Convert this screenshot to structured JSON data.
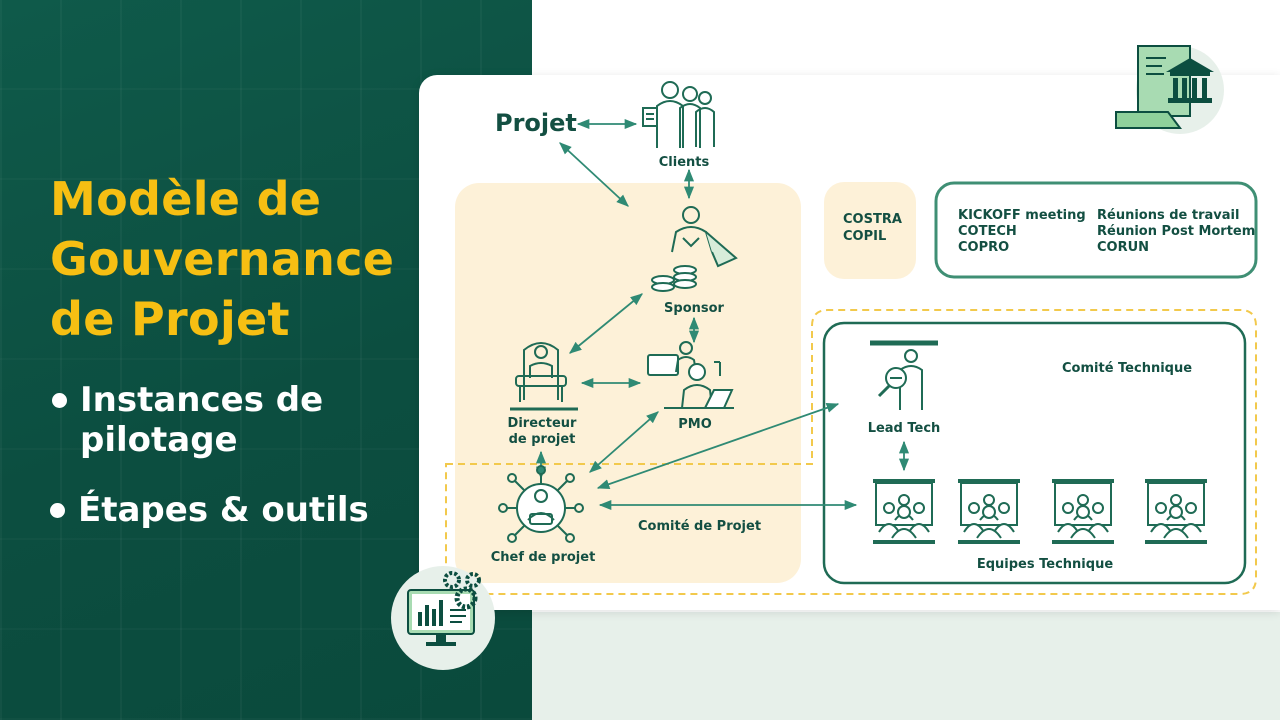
{
  "hero": {
    "title_lines": [
      "Modèle de",
      "Gouvernance",
      "de Projet"
    ],
    "bullets": [
      {
        "line1": "Instances de",
        "line2": "pilotage"
      },
      {
        "line1": "Étapes & outils",
        "line2": ""
      }
    ]
  },
  "diagram": {
    "projet": "Projet",
    "clients": "Clients",
    "sponsor": "Sponsor",
    "directeur_line1": "Directeur",
    "directeur_line2": "de projet",
    "pmo": "PMO",
    "chef_projet": "Chef de projet",
    "comite_projet": "Comité de Projet",
    "lead_tech": "Lead Tech",
    "comite_technique": "Comité Technique",
    "equipes_technique": "Equipes Technique",
    "costra_box": [
      "COSTRA",
      "COPIL"
    ],
    "meetings_col1": [
      "KICKOFF meeting",
      "COTECH",
      "COPRO"
    ],
    "meetings_col2": [
      "Réunions de travail",
      "Réunion Post Mortem",
      "CORUN"
    ]
  },
  "colors": {
    "dark_green": "#0c4e40",
    "accent_yellow": "#f6bf13",
    "beige_zone": "#fdf1d8",
    "icon_green": "#1f6b55",
    "arrow_teal": "#2f8a74",
    "light_green": "#e7f0ea"
  },
  "icons": [
    "people-group-icon",
    "businessman-cape-icon",
    "coins-icon",
    "throne-chair-icon",
    "computer-meeting-icon",
    "network-person-icon",
    "magnifier-person-icon",
    "team-board-icon",
    "building-document-icon",
    "dashboard-gears-icon"
  ]
}
